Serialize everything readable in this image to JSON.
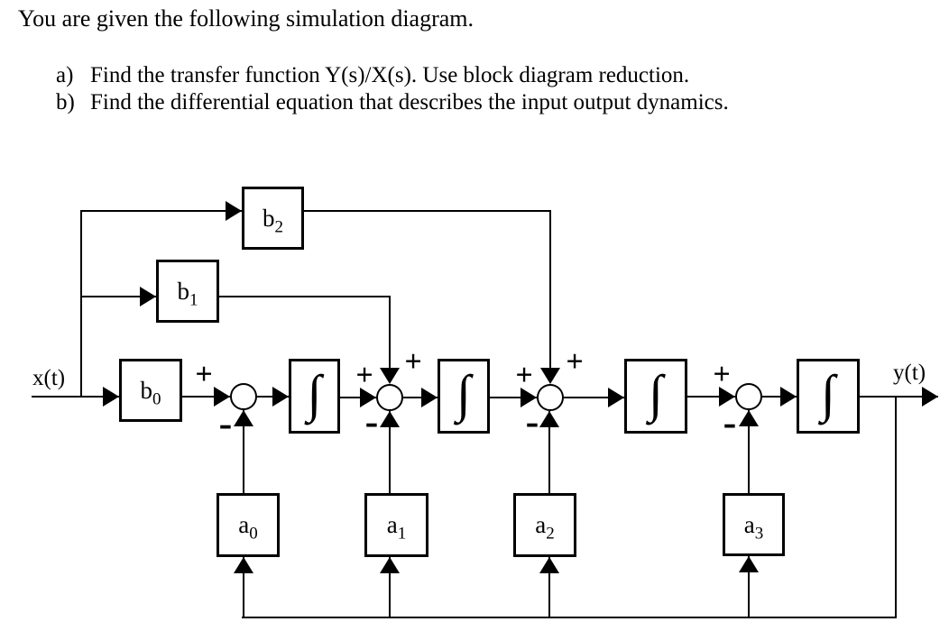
{
  "header": {
    "title": "You are given the following simulation diagram.",
    "items": [
      {
        "marker": "a)",
        "text": "Find the transfer function Y(s)/X(s). Use block diagram reduction."
      },
      {
        "marker": "b)",
        "text": "Find the differential equation that describes the input output dynamics."
      }
    ]
  },
  "diagram": {
    "input_label": "x(t)",
    "output_label": "y(t)",
    "int_symbol": "∫",
    "plus": "+",
    "minus": "-",
    "blocks": {
      "b0": {
        "base": "b",
        "sub": "0"
      },
      "b1": {
        "base": "b",
        "sub": "1"
      },
      "b2": {
        "base": "b",
        "sub": "2"
      },
      "a0": {
        "base": "a",
        "sub": "0"
      },
      "a1": {
        "base": "a",
        "sub": "1"
      },
      "a2": {
        "base": "a",
        "sub": "2"
      },
      "a3": {
        "base": "a",
        "sub": "3"
      }
    },
    "colors": {
      "line": "#000000",
      "background": "#ffffff"
    }
  }
}
